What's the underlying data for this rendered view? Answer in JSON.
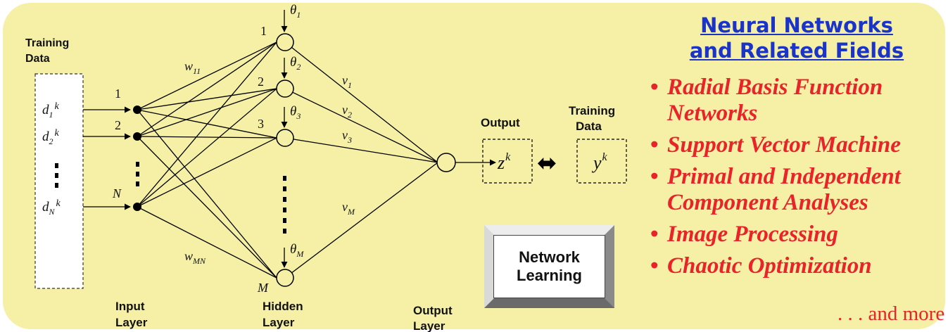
{
  "title": {
    "line1": "Neural Networks",
    "line2": "and Related Fields"
  },
  "fields": [
    {
      "label": "Radial Basis Function Networks"
    },
    {
      "label": "Support Vector Machine"
    },
    {
      "label": "Primal and Independent Component Analyses"
    },
    {
      "label": "Image Processing"
    },
    {
      "label": "Chaotic Optimization"
    }
  ],
  "more": ". . . and more",
  "button": {
    "line1": "Network",
    "line2": "Learning"
  },
  "diagram": {
    "training_data_left": {
      "line1": "Training",
      "line2": "Data"
    },
    "training_data_right": {
      "line1": "Training",
      "line2": "Data"
    },
    "output_label": "Output",
    "layers": {
      "input": {
        "line1": "Input",
        "line2": "Layer"
      },
      "hidden": {
        "line1": "Hidden",
        "line2": "Layer"
      },
      "output": {
        "line1": "Output",
        "line2": "Layer"
      }
    },
    "inputs": {
      "d1": "d",
      "d2": "d",
      "dN": "d",
      "sub1": "1",
      "sub2": "2",
      "subN": "N",
      "sup": "k"
    },
    "input_numbers": {
      "n1": "1",
      "n2": "2",
      "nN": "N"
    },
    "hidden_numbers": {
      "n1": "1",
      "n2": "2",
      "n3": "3",
      "nM": "M"
    },
    "thetas": {
      "sym": "θ",
      "t1": "1",
      "t2": "2",
      "t3": "3",
      "tM": "M"
    },
    "weights": {
      "w": "w",
      "w11": "11",
      "wMN": "MN"
    },
    "v": {
      "sym": "v",
      "v1": "1",
      "v2": "2",
      "v3": "3",
      "vM": "M"
    },
    "z": {
      "sym": "z",
      "sup": "k"
    },
    "y": {
      "sym": "y",
      "sup": "k"
    },
    "arrow": "⬌"
  }
}
